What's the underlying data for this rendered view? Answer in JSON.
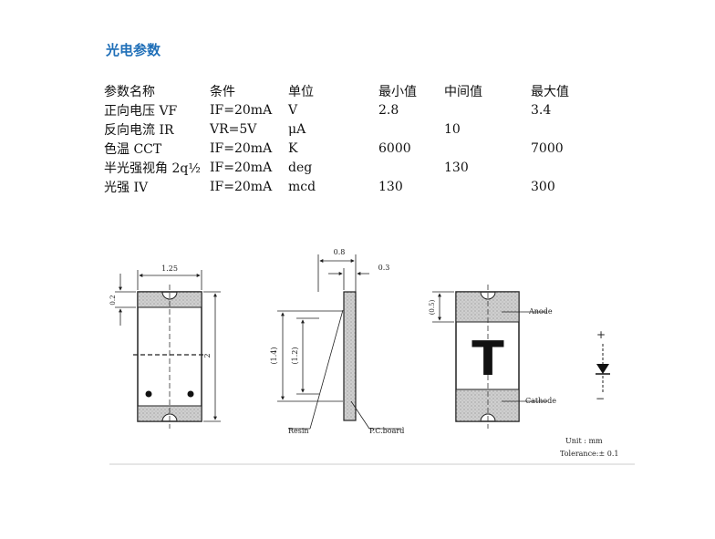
{
  "section": {
    "title": "光电参数"
  },
  "table": {
    "headers": [
      "参数名称",
      "条件",
      "单位",
      "最小值",
      "中间值",
      "最大值"
    ],
    "rows": [
      [
        "正向电压 VF",
        "IF=20mA",
        "V",
        "2.8",
        "",
        "3.4"
      ],
      [
        "反向电流 IR",
        "VR=5V",
        "μA",
        "",
        "10",
        ""
      ],
      [
        "色温 CCT",
        "IF=20mA",
        "K",
        "6000",
        "",
        "7000"
      ],
      [
        "半光强视角 2q½",
        "IF=20mA",
        "deg",
        "",
        "130",
        ""
      ],
      [
        "光强 IV",
        "IF=20mA",
        "mcd",
        "130",
        "",
        "300"
      ]
    ]
  },
  "drawing": {
    "front": {
      "width": "1.25",
      "length": "2",
      "pad": "0.2"
    },
    "side": {
      "thickness": "0.8",
      "board": "0.3",
      "height_outer": "(1.4)",
      "height_inner": "(1.2)",
      "resin_label": "Resin",
      "board_label": "P.C.board"
    },
    "top": {
      "pad": "(0.5)",
      "anode_label": "Anode",
      "cathode_label": "Cathode",
      "mark": "T"
    },
    "symbol": {
      "plus": "+",
      "minus": "−"
    },
    "notes": {
      "unit": "Unit : mm",
      "tolerance": "Tolerance:± 0.1"
    }
  }
}
